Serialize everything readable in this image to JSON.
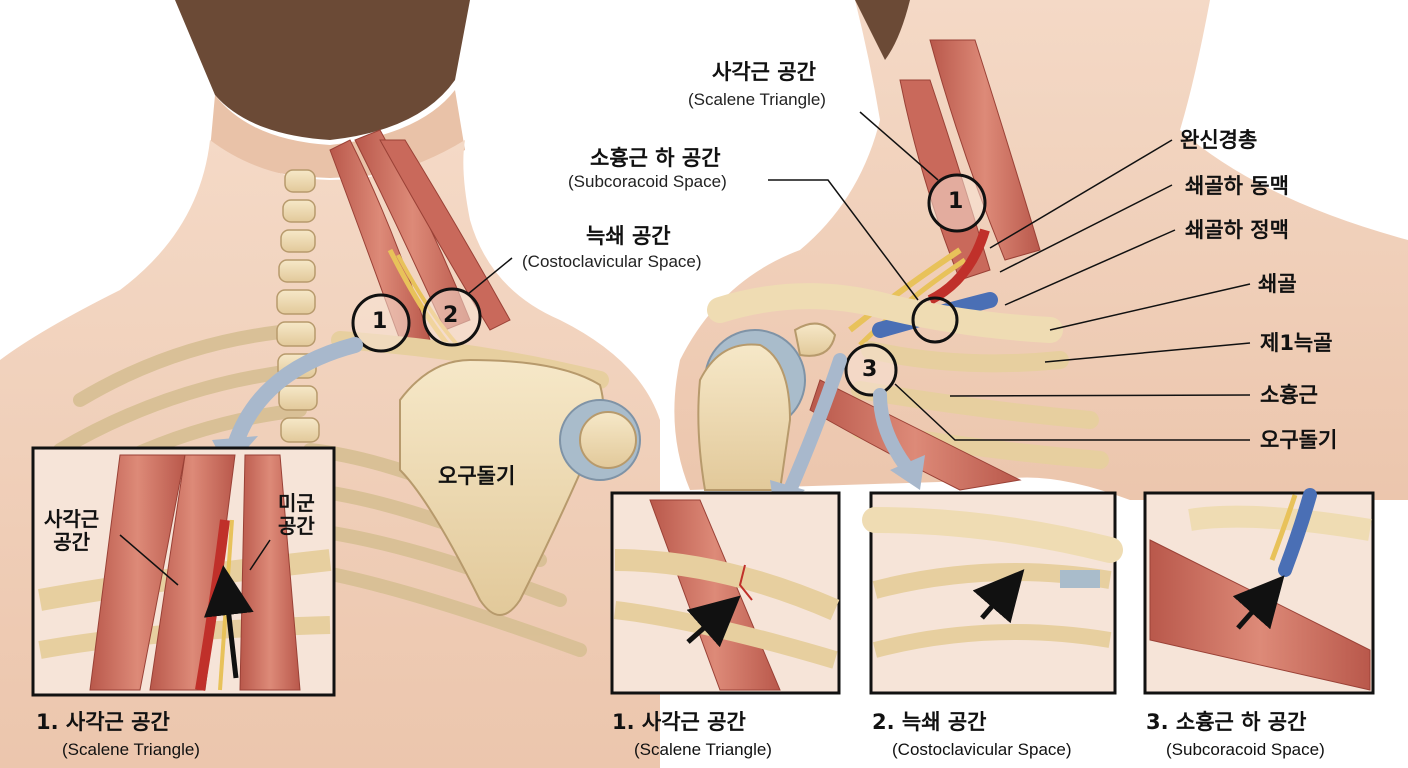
{
  "colors": {
    "background": "#ffffff",
    "skin": "#f2d3bf",
    "skin_shadow": "#dcb29a",
    "bone": "#efdcb3",
    "bone_edge": "#b79a6c",
    "cartilage": "#a9bccb",
    "muscle": "#c9695b",
    "muscle_light": "#e09a88",
    "artery": "#c0302a",
    "vein": "#4a6fb5",
    "nerve": "#e8c25a",
    "hair": "#6b4a36",
    "arrow": "#a8b8cc",
    "line": "#111111"
  },
  "left_figure": {
    "markers": [
      {
        "number": "1"
      },
      {
        "number": "2"
      }
    ],
    "coracoid_label": "오구돌기",
    "inset": {
      "label_scalene_line1": "사각근",
      "label_scalene_line2": "공간",
      "label_interscalene_line1": "미군",
      "label_interscalene_line2": "공간"
    },
    "caption": {
      "title": "1. 사각근 공간",
      "subtitle": "(Scalene Triangle)"
    }
  },
  "right_figure": {
    "top_labels": {
      "scalene_ko": "사각근 공간",
      "scalene_en": "(Scalene Triangle)",
      "subcoracoid_ko": "소흉근 하 공간",
      "subcoracoid_en": "(Subcoracoid Space)",
      "costoclavicular_ko": "늑쇄 공간",
      "costoclavicular_en": "(Costoclavicular Space)"
    },
    "markers": [
      {
        "number": "1"
      },
      {
        "number": "3"
      }
    ],
    "side_labels": [
      "완신경총",
      "쇄골하 동맥",
      "쇄골하 정맥",
      "쇄골",
      "제1늑골",
      "소흉근",
      "오구돌기"
    ],
    "insets": [
      {
        "title": "1. 사각근 공간",
        "subtitle": "(Scalene Triangle)"
      },
      {
        "title": "2. 늑쇄 공간",
        "subtitle": "(Costoclavicular Space)"
      },
      {
        "title": "3. 소흉근 하 공간",
        "subtitle": "(Subcoracoid Space)"
      }
    ]
  }
}
